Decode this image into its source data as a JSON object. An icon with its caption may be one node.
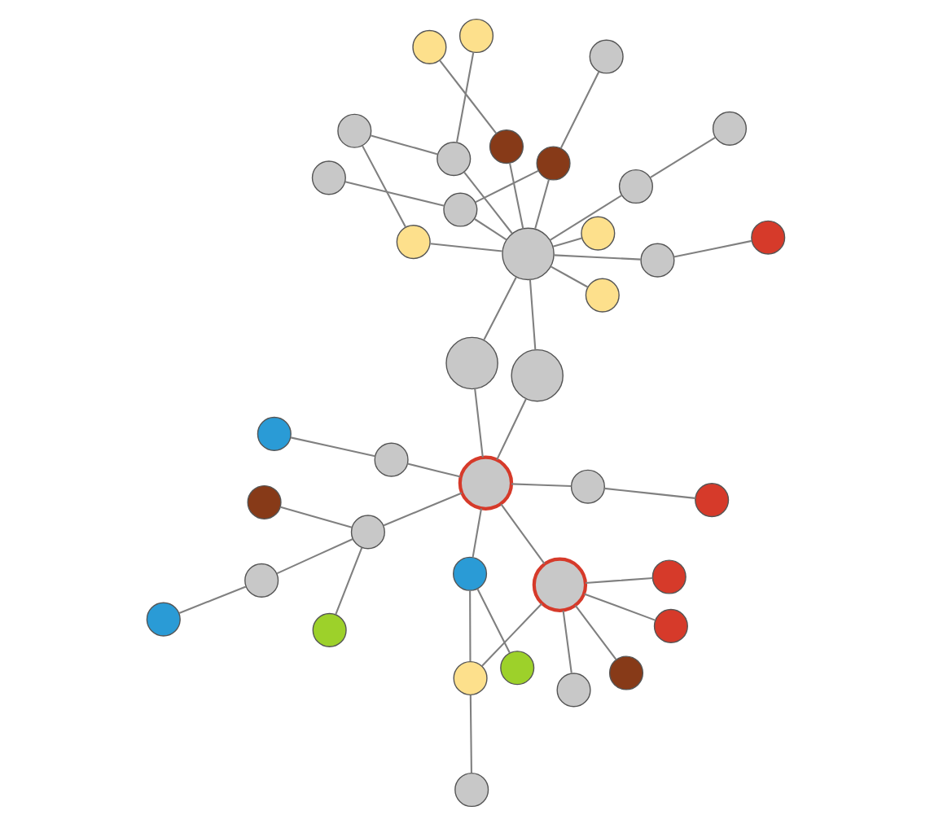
{
  "diagram": {
    "nodes": [
      {
        "text": [],
        "shape": "circle"
      },
      {
        "text": [],
        "shape": "circle"
      },
      {
        "text": [],
        "shape": "circle"
      },
      {
        "text": [],
        "shape": "circle"
      },
      {
        "text": [],
        "shape": "circle"
      },
      {
        "text": [],
        "shape": "circle"
      },
      {
        "text": [],
        "shape": "circle"
      },
      {
        "text": [],
        "shape": "circle"
      },
      {
        "text": [],
        "shape": "circle"
      },
      {
        "text": [],
        "shape": "circle"
      },
      {
        "text": [],
        "shape": "circle"
      },
      {
        "text": [],
        "shape": "circle"
      },
      {
        "text": [],
        "shape": "circle"
      },
      {
        "text": [],
        "shape": "circle"
      },
      {
        "text": [],
        "shape": "circle"
      },
      {
        "text": [],
        "shape": "circle"
      },
      {
        "text": [],
        "shape": "circle"
      },
      {
        "text": [],
        "shape": "circle"
      },
      {
        "text": [],
        "shape": "circle"
      },
      {
        "text": [],
        "shape": "circle"
      },
      {
        "text": [],
        "shape": "circle"
      },
      {
        "text": [],
        "shape": "circle"
      },
      {
        "text": [],
        "shape": "circle"
      },
      {
        "text": [],
        "shape": "circle"
      },
      {
        "text": [],
        "shape": "circle"
      },
      {
        "text": [],
        "shape": "circle"
      },
      {
        "text": [],
        "shape": "circle"
      },
      {
        "text": [],
        "shape": "circle"
      },
      {
        "text": [],
        "shape": "circle"
      },
      {
        "text": [],
        "shape": "circle"
      },
      {
        "text": [],
        "shape": "circle"
      },
      {
        "text": [],
        "shape": "circle"
      },
      {
        "text": [],
        "shape": "circle"
      },
      {
        "text": [],
        "shape": "circle"
      },
      {
        "text": [],
        "shape": "circle"
      },
      {
        "text": [],
        "shape": "circle"
      },
      {
        "text": [],
        "shape": "circle"
      },
      {
        "text": [],
        "shape": "circle"
      }
    ],
    "edges": [
      {
        "from": 0,
        "to": 5,
        "arrow": "none"
      },
      {
        "from": 5,
        "to": 7,
        "arrow": "none"
      },
      {
        "from": 1,
        "to": 7,
        "arrow": "none"
      },
      {
        "from": 3,
        "to": 7,
        "arrow": "none"
      },
      {
        "from": 7,
        "to": 13,
        "arrow": "none"
      },
      {
        "from": 2,
        "to": 9,
        "arrow": "none"
      },
      {
        "from": 6,
        "to": 9,
        "arrow": "none"
      },
      {
        "from": 8,
        "to": 9,
        "arrow": "none"
      },
      {
        "from": 12,
        "to": 9,
        "arrow": "none"
      },
      {
        "from": 9,
        "to": 15,
        "arrow": "none"
      },
      {
        "from": 9,
        "to": 13,
        "arrow": "none"
      },
      {
        "from": 15,
        "to": 19,
        "arrow": "none"
      },
      {
        "from": 15,
        "to": 20,
        "arrow": "none"
      },
      {
        "from": 20,
        "to": 13,
        "arrow": "none"
      },
      {
        "from": 20,
        "to": 25,
        "arrow": "none"
      },
      {
        "from": 13,
        "to": 10,
        "arrow": "none"
      },
      {
        "from": 10,
        "to": 4,
        "arrow": "none"
      },
      {
        "from": 13,
        "to": 16,
        "arrow": "none"
      },
      {
        "from": 13,
        "to": 24,
        "arrow": "none"
      },
      {
        "from": 13,
        "to": 22,
        "arrow": "none"
      },
      {
        "from": 22,
        "to": 28,
        "arrow": "none"
      },
      {
        "from": 16,
        "to": 26,
        "arrow": "none"
      },
      {
        "from": 24,
        "to": 26,
        "arrow": "none"
      },
      {
        "from": 17,
        "to": 26,
        "arrow": "none"
      },
      {
        "from": 11,
        "to": 17,
        "arrow": "none"
      },
      {
        "from": 11,
        "to": 18,
        "arrow": "none"
      },
      {
        "from": 18,
        "to": 14,
        "arrow": "none"
      },
      {
        "from": 18,
        "to": 26,
        "arrow": "none"
      },
      {
        "from": 23,
        "to": 26,
        "arrow": "none"
      },
      {
        "from": 23,
        "to": 21,
        "arrow": "none"
      },
      {
        "from": 27,
        "to": 26,
        "arrow": "none"
      },
      {
        "from": 27,
        "to": 29,
        "arrow": "none"
      },
      {
        "from": 26,
        "to": 30,
        "arrow": "none"
      },
      {
        "from": 26,
        "to": 31,
        "arrow": "none"
      },
      {
        "from": 31,
        "to": 35,
        "arrow": "none"
      },
      {
        "from": 26,
        "to": 33,
        "arrow": "none"
      },
      {
        "from": 26,
        "to": 32,
        "arrow": "none"
      },
      {
        "from": 32,
        "to": 34,
        "arrow": "none"
      },
      {
        "from": 32,
        "to": 36,
        "arrow": "none"
      },
      {
        "from": 26,
        "to": 34,
        "arrow": "none"
      },
      {
        "from": 34,
        "to": 37,
        "arrow": "none"
      }
    ]
  }
}
